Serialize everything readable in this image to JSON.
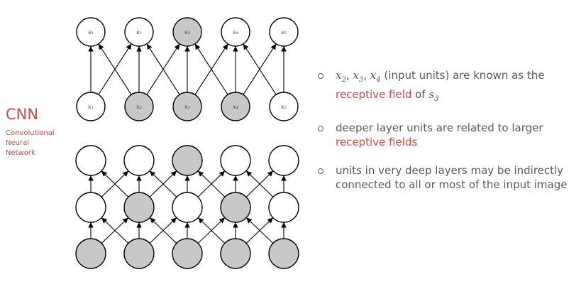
{
  "colors": {
    "accent": "#c0504d",
    "text": "#595959",
    "node_fill_shaded": "#c8c8c8",
    "node_fill_plain": "#ffffff",
    "stroke": "#000000"
  },
  "left_label": {
    "title": "CNN",
    "subtitle_lines": [
      "Convolutional",
      "Neural",
      "Network"
    ]
  },
  "top_diagram": {
    "output_labels": [
      "s₁",
      "s₂",
      "s₃",
      "s₄",
      "s₅"
    ],
    "input_labels": [
      "x₁",
      "x₂",
      "x₃",
      "x₄",
      "x₅"
    ],
    "output_shaded": [
      false,
      false,
      true,
      false,
      false
    ],
    "input_shaded": [
      false,
      true,
      true,
      true,
      false
    ]
  },
  "bottom_diagram": {
    "shaded_rows": [
      [
        false,
        false,
        true,
        false,
        false
      ],
      [
        false,
        true,
        false,
        true,
        false
      ],
      [
        true,
        true,
        true,
        true,
        true
      ]
    ]
  },
  "bullets": [
    {
      "math": [
        {
          "base": "x",
          "sub": "2"
        },
        {
          "base": "x",
          "sub": "3"
        },
        {
          "base": "x",
          "sub": "4"
        }
      ],
      "text_after_math": " (input units) are known as the",
      "accent_text": "receptive field",
      "text_after_accent": " of ",
      "trailing_math": {
        "base": "s",
        "sub": "3"
      }
    },
    {
      "text": "deeper layer units are related to larger",
      "accent_text": "receptive fields"
    },
    {
      "text": "units in very deep layers may be indirectly connected to all or most of the input image"
    }
  ]
}
